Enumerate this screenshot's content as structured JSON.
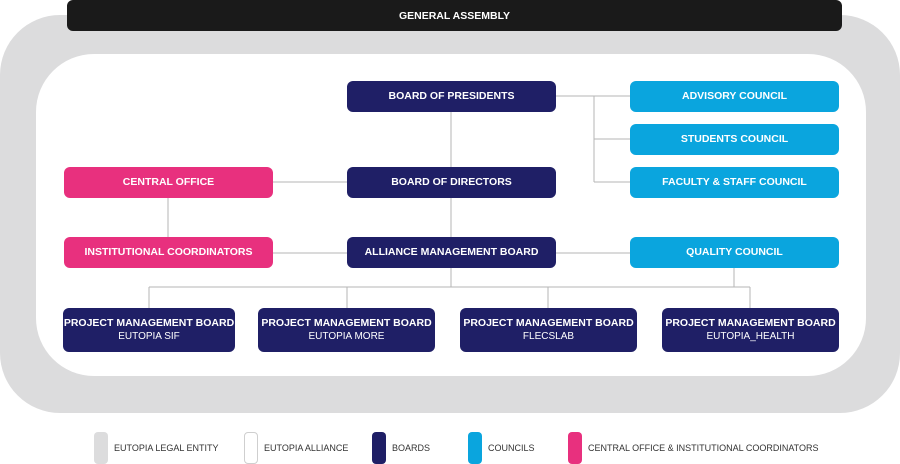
{
  "general_assembly": "GENERAL ASSEMBLY",
  "boards": {
    "presidents": "BOARD OF PRESIDENTS",
    "directors": "BOARD OF DIRECTORS",
    "alliance_management": "ALLIANCE MANAGEMENT BOARD"
  },
  "councils": {
    "advisory": "ADVISORY COUNCIL",
    "students": "STUDENTS COUNCIL",
    "faculty_staff": "FACULTY & STAFF COUNCIL",
    "quality": "QUALITY COUNCIL"
  },
  "central": {
    "office": "CENTRAL OFFICE",
    "institutional": "INSTITUTIONAL COORDINATORS"
  },
  "projects": [
    {
      "title": "PROJECT MANAGEMENT BOARD",
      "name": "EUTOPIA SIF"
    },
    {
      "title": "PROJECT MANAGEMENT BOARD",
      "name": "EUTOPIA MORE"
    },
    {
      "title": "PROJECT MANAGEMENT BOARD",
      "name": "FLECSLAB"
    },
    {
      "title": "PROJECT MANAGEMENT BOARD",
      "name": "EUTOPIA_HEALTH"
    }
  ],
  "legend": [
    {
      "label": "EUTOPIA LEGAL ENTITY",
      "color": "#dcdcdd"
    },
    {
      "label": "EUTOPIA ALLIANCE",
      "color": "#ffffff"
    },
    {
      "label": "BOARDS",
      "color": "#1f1f66"
    },
    {
      "label": "COUNCILS",
      "color": "#0aa5de"
    },
    {
      "label": "CENTRAL OFFICE & INSTITUTIONAL COORDINATORS",
      "color": "#e8307e"
    }
  ],
  "colors": {
    "board": "#1f1f66",
    "council": "#0aa5de",
    "central": "#e8307e",
    "legal_entity": "#dcdcdd",
    "general_assembly": "#1a1a1a"
  }
}
